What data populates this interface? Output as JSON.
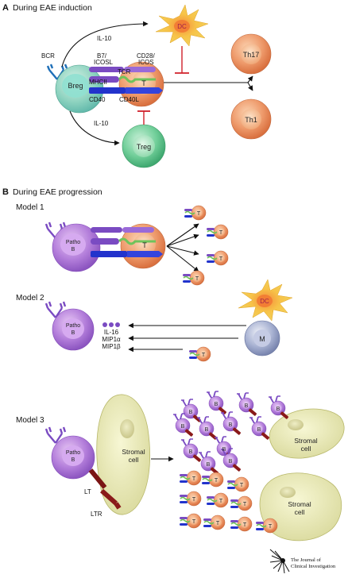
{
  "panelA": {
    "letter": "A",
    "title": "During EAE induction",
    "labels": {
      "bcr": "BCR",
      "il10_top": "IL-10",
      "il10_bottom": "IL-10",
      "b7": "B7/",
      "icosl": "ICOSL",
      "cd28": "CD28/",
      "icos": "ICOS",
      "mhc": "MHCII",
      "tcr": "TCR",
      "cd40": "CD40",
      "cd40l": "CD40L"
    },
    "cells": {
      "dc": "DC",
      "breg": "Breg",
      "t": "T",
      "treg": "Treg",
      "th17": "Th17",
      "th1": "Th1"
    }
  },
  "panelB": {
    "letter": "B",
    "title": "During EAE progression",
    "model1": {
      "title": "Model 1",
      "patho_line1": "Patho",
      "patho_line2": "B",
      "t": "T",
      "t_small": "T"
    },
    "model2": {
      "title": "Model 2",
      "patho_line1": "Patho",
      "patho_line2": "B",
      "il16": "IL-16",
      "mip1a": "MIP1α",
      "mip1b": "MIP1β",
      "dc": "DC",
      "m": "M",
      "t": "T"
    },
    "model3": {
      "title": "Model 3",
      "patho_line1": "Patho",
      "patho_line2": "B",
      "stromal_line1": "Stromal",
      "stromal_line2": "cell",
      "lt": "LT",
      "ltr": "LTR",
      "b": "B",
      "t": "T",
      "stromal_a_line1": "Stromal",
      "stromal_a_line2": "cell",
      "stromal_b_line1": "Stromal",
      "stromal_b_line2": "cell"
    }
  },
  "journal": {
    "line1": "The Journal of",
    "line2": "Clinical Investigation"
  },
  "colors": {
    "t_cell": "#e9885a",
    "b_purple": "#a66bd3",
    "breg_green": "#5bbf8e",
    "dc_yellow": "#f2c230",
    "stromal": "#e6e6a8",
    "mhc_purple": "#7a4bc2",
    "tcr_green": "#6fc35b",
    "cd40_blue": "#2233cc",
    "inhibit_red": "#d0202a",
    "macrophage": "#9aa6c8"
  }
}
